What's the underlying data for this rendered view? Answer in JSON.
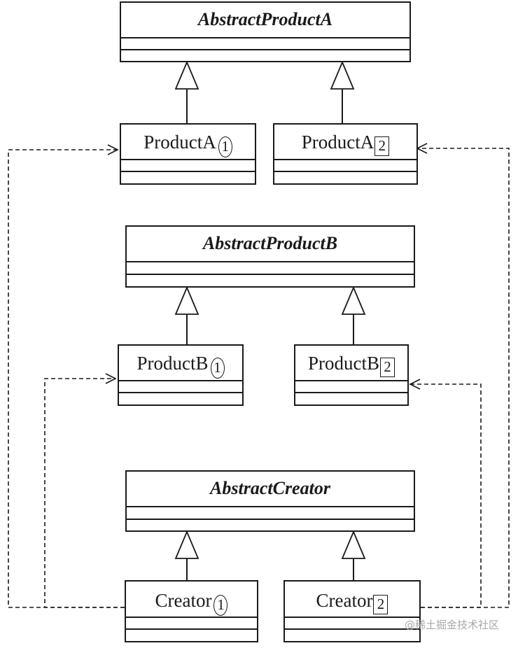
{
  "classes": {
    "abstract_product_a": {
      "name": "AbstractProductA"
    },
    "product_a1": {
      "name": "ProductA",
      "mark": "1"
    },
    "product_a2": {
      "name": "ProductA",
      "mark": "2"
    },
    "abstract_product_b": {
      "name": "AbstractProductB"
    },
    "product_b1": {
      "name": "ProductB",
      "mark": "1"
    },
    "product_b2": {
      "name": "ProductB",
      "mark": "2"
    },
    "abstract_creator": {
      "name": "AbstractCreator"
    },
    "creator1": {
      "name": "Creator",
      "mark": "1"
    },
    "creator2": {
      "name": "Creator",
      "mark": "2"
    }
  },
  "relationships": [
    {
      "type": "generalization",
      "from": "product_a1",
      "to": "abstract_product_a"
    },
    {
      "type": "generalization",
      "from": "product_a2",
      "to": "abstract_product_a"
    },
    {
      "type": "generalization",
      "from": "product_b1",
      "to": "abstract_product_b"
    },
    {
      "type": "generalization",
      "from": "product_b2",
      "to": "abstract_product_b"
    },
    {
      "type": "generalization",
      "from": "creator1",
      "to": "abstract_creator"
    },
    {
      "type": "generalization",
      "from": "creator2",
      "to": "abstract_creator"
    },
    {
      "type": "dependency",
      "from": "creator1",
      "to": "product_a1"
    },
    {
      "type": "dependency",
      "from": "creator1",
      "to": "product_b1"
    },
    {
      "type": "dependency",
      "from": "creator2",
      "to": "product_a2"
    },
    {
      "type": "dependency",
      "from": "creator2",
      "to": "product_b2"
    }
  ],
  "watermark": "@稀土掘金技术社区"
}
